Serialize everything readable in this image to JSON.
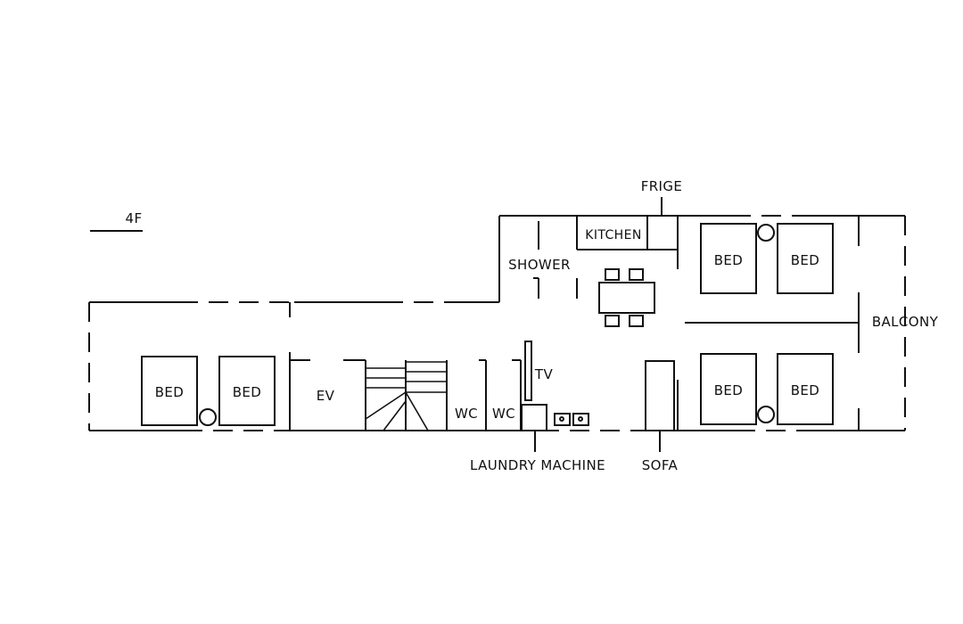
{
  "floor_label": "4F",
  "labels": {
    "frige": "FRIGE",
    "kitchen": "KITCHEN",
    "shower": "SHOWER",
    "balcony": "BALCONY",
    "ev": "EV",
    "wc_left": "WC",
    "wc_right": "WC",
    "tv": "TV",
    "laundry_machine": "LAUNDRY MACHINE",
    "sofa": "SOFA"
  },
  "beds": [
    "BED",
    "BED",
    "BED",
    "BED",
    "BED",
    "BED"
  ]
}
